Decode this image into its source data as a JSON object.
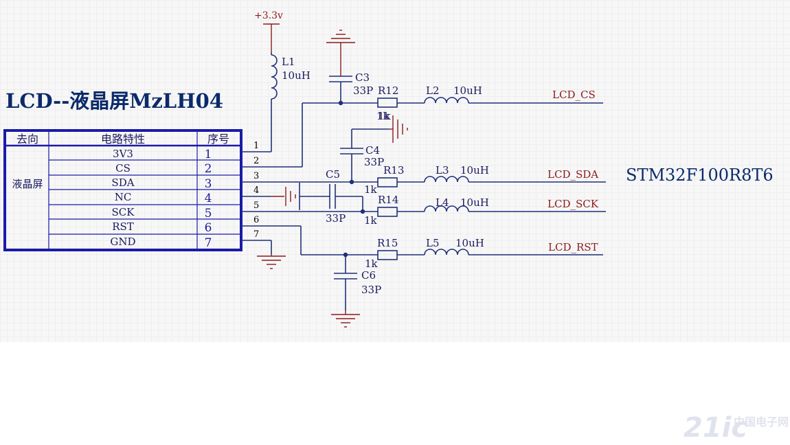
{
  "title": "LCD--液晶屏MzLH04",
  "chip_label": "STM32F100R8T6",
  "power_label": "+3.3v",
  "table": {
    "headers": [
      "去向",
      "电路特性",
      "序号"
    ],
    "direction": "液晶屏",
    "rows": [
      {
        "signal": "3V3",
        "num": "1"
      },
      {
        "signal": "CS",
        "num": "2"
      },
      {
        "signal": "SDA",
        "num": "3"
      },
      {
        "signal": "NC",
        "num": "4"
      },
      {
        "signal": "SCK",
        "num": "5"
      },
      {
        "signal": "RST",
        "num": "6"
      },
      {
        "signal": "GND",
        "num": "7"
      }
    ]
  },
  "connector_pins": [
    "1",
    "2",
    "3",
    "4",
    "5",
    "6",
    "7"
  ],
  "components": {
    "L1": {
      "ref": "L1",
      "value": "10uH"
    },
    "L2": {
      "ref": "L2",
      "value": "10uH"
    },
    "L3": {
      "ref": "L3",
      "value": "10uH"
    },
    "L4": {
      "ref": "L4",
      "value": "10uH"
    },
    "L5": {
      "ref": "L5",
      "value": "10uH"
    },
    "C3": {
      "ref": "C3",
      "value": "33P"
    },
    "C4": {
      "ref": "C4",
      "value": "33P"
    },
    "C5": {
      "ref": "C5",
      "value": "33P"
    },
    "C6": {
      "ref": "C6",
      "value": "33P"
    },
    "R12": {
      "ref": "R12",
      "value": "1k"
    },
    "R13": {
      "ref": "R13",
      "value": "1k"
    },
    "R14": {
      "ref": "R14",
      "value": "1k"
    },
    "R15": {
      "ref": "R15",
      "value": "1k"
    }
  },
  "nets": {
    "cs": "LCD_CS",
    "sda": "LCD_SDA",
    "sck": "LCD_SCK",
    "rst": "LCD_RST"
  },
  "watermark": {
    "brand": "21ic",
    "cn": "中国电子网"
  },
  "colors": {
    "wire": "#1f2f7a",
    "power": "#8b1a1a",
    "net_label": "#8b1a1a",
    "title": "#0b2a6a"
  }
}
